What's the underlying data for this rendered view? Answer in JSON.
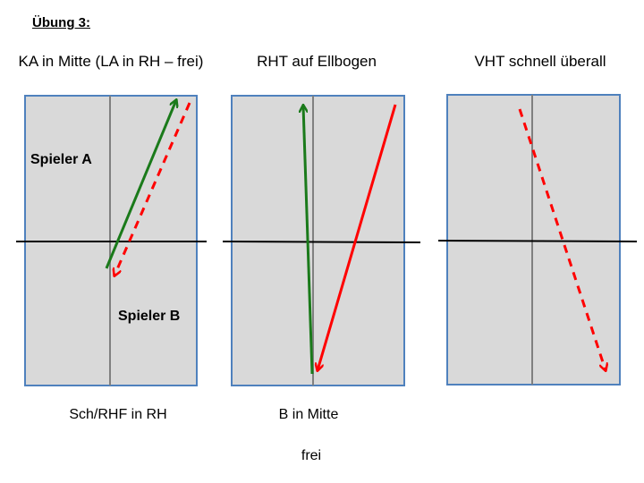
{
  "title": "Übung 3:",
  "panels": [
    {
      "caption": "KA in Mitte (LA in RH – frei)",
      "bottom_label": "Sch/RHF in RH"
    },
    {
      "caption": "RHT auf Ellbogen",
      "bottom_label": "B in Mitte",
      "extra_label": "frei"
    },
    {
      "caption": "VHT schnell überall"
    }
  ],
  "players": {
    "a": "Spieler A",
    "b": "Spieler B"
  },
  "colors": {
    "table_fill": "#d9d9d9",
    "table_border": "#4f81bd",
    "center_line": "#808080",
    "net": "#000000",
    "green_arrow": "#1a7a1a",
    "red_arrow": "#ff0000"
  }
}
